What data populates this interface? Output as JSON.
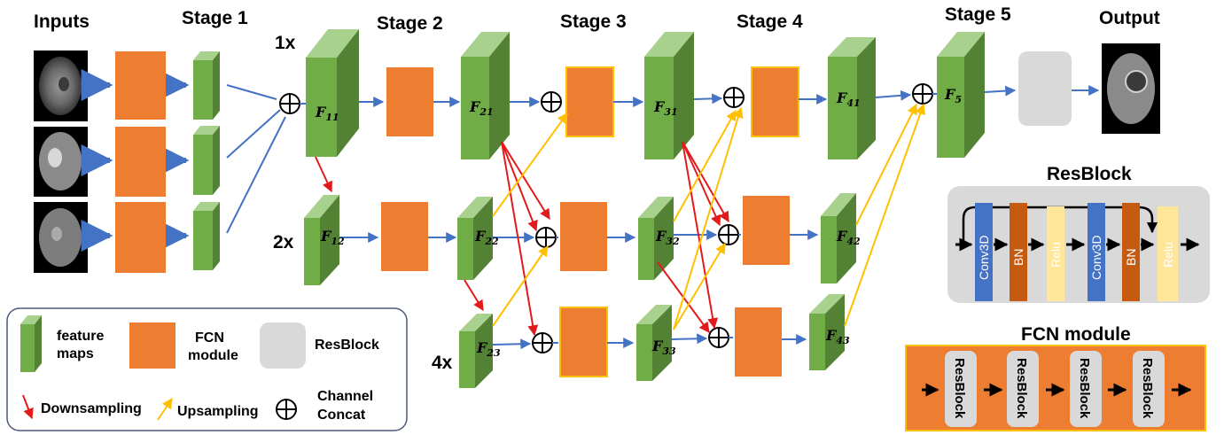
{
  "headers": {
    "inputs": "Inputs",
    "stage1": "Stage 1",
    "stage2": "Stage 2",
    "stage3": "Stage 3",
    "stage4": "Stage 4",
    "stage5": "Stage 5",
    "output": "Output"
  },
  "scales": {
    "s1": "1x",
    "s2": "2x",
    "s4": "4x"
  },
  "features": {
    "f11": {
      "base": "F",
      "sub": "11"
    },
    "f12": {
      "base": "F",
      "sub": "12"
    },
    "f21": {
      "base": "F",
      "sub": "21"
    },
    "f22": {
      "base": "F",
      "sub": "22"
    },
    "f23": {
      "base": "F",
      "sub": "23"
    },
    "f31": {
      "base": "F",
      "sub": "31"
    },
    "f32": {
      "base": "F",
      "sub": "32"
    },
    "f33": {
      "base": "F",
      "sub": "33"
    },
    "f41": {
      "base": "F",
      "sub": "41"
    },
    "f42": {
      "base": "F",
      "sub": "42"
    },
    "f43": {
      "base": "F",
      "sub": "43"
    },
    "f5": {
      "base": "F",
      "sub": "5"
    }
  },
  "resblock_panel": {
    "title": "ResBlock",
    "layers": [
      "Conv3D",
      "BN",
      "Relu",
      "Conv3D",
      "BN",
      "Relu"
    ]
  },
  "fcn_panel": {
    "title": "FCN module",
    "blocks": [
      "ResBlock",
      "ResBlock",
      "ResBlock",
      "ResBlock"
    ]
  },
  "legend": {
    "feature_maps": "feature maps",
    "fcn_module": "FCN module",
    "resblock": "ResBlock",
    "downsampling": "Downsampling",
    "upsampling": "Upsampling",
    "channel_concat": "Channel Concat"
  },
  "colors": {
    "feature_green": "#70ad47",
    "fcn_orange": "#ed7d31",
    "resblock_gray": "#d9d9d9",
    "flow_blue": "#4472c4",
    "downsample_red": "#e31a1c",
    "upsample_yellow": "#ffc000",
    "conv_blue": "#4472c4",
    "bn_brown": "#c55a11",
    "relu_cream": "#ffe699"
  }
}
